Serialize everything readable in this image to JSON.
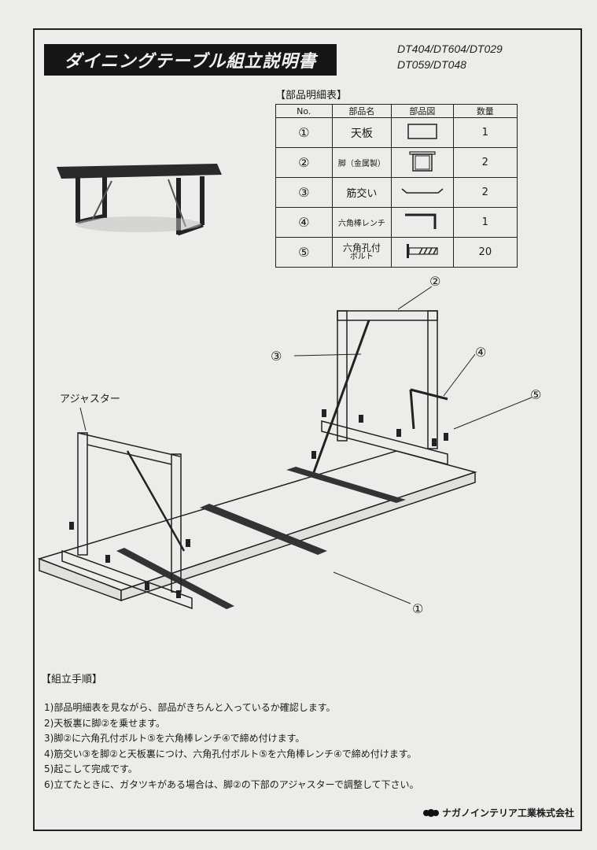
{
  "document": {
    "title": "ダイニングテーブル組立説明書",
    "models": [
      "DT404/DT604/DT029",
      "DT059/DT048"
    ]
  },
  "parts_table": {
    "heading": "【部品明細表】",
    "columns": [
      "No.",
      "部品名",
      "部品図",
      "数量"
    ],
    "rows": [
      {
        "no": "①",
        "name": "天板",
        "figure": "tabletop-icon",
        "qty": "1"
      },
      {
        "no": "②",
        "name": "脚（金属製）",
        "figure": "leg-frame-icon",
        "qty": "2"
      },
      {
        "no": "③",
        "name": "筋交い",
        "figure": "brace-icon",
        "qty": "2"
      },
      {
        "no": "④",
        "name": "六角棒レンチ",
        "figure": "hex-wrench-icon",
        "qty": "1"
      },
      {
        "no": "⑤",
        "name": "六角孔付ボルト",
        "name_line1": "六角孔付",
        "name_line2": "ボルト",
        "figure": "hex-bolt-icon",
        "qty": "20"
      }
    ]
  },
  "diagram": {
    "labels": {
      "adjuster": "アジャスター",
      "part1": "①",
      "part2": "②",
      "part3": "③",
      "part4": "④",
      "part5": "⑤"
    }
  },
  "assembly": {
    "heading": "【組立手順】",
    "steps": [
      "1)部品明細表を見ながら、部品がきちんと入っているか確認します。",
      "2)天板裏に脚②を乗せます。",
      "3)脚②に六角孔付ボルト⑤を六角棒レンチ④で締め付けます。",
      "4)筋交い③を脚②と天板裏につけ、六角孔付ボルト⑤を六角棒レンチ④で締め付けます。",
      "5)起こして完成です。",
      "6)立てたときに、ガタツキがある場合は、脚②の下部のアジャスターで調整して下さい。"
    ]
  },
  "footer": {
    "company": "ナガノインテリア工業株式会社"
  }
}
